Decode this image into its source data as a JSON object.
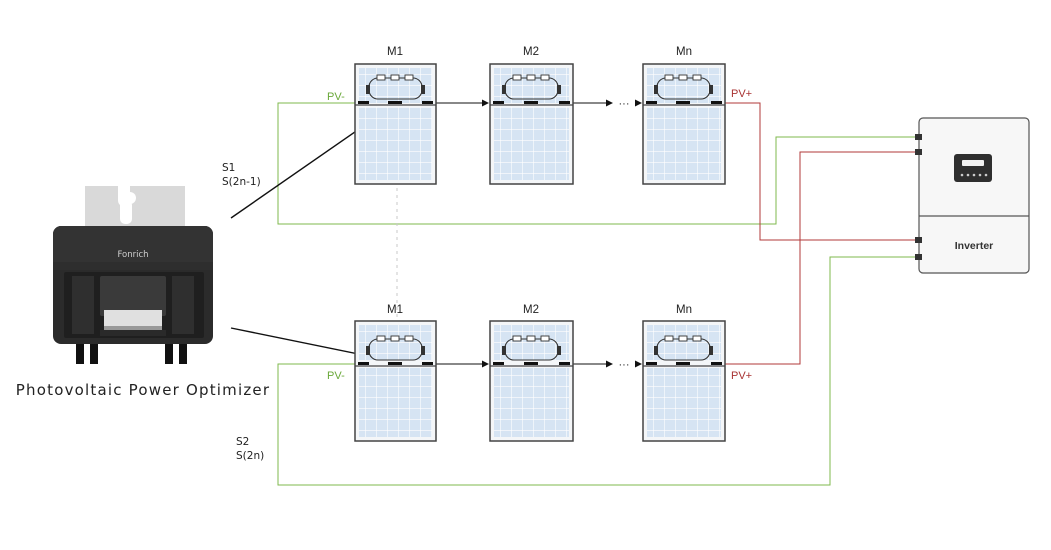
{
  "optimizer": {
    "brand": "Fonrich",
    "caption": "Photovoltaic Power Optimizer"
  },
  "strings": [
    {
      "label_line1": "S1",
      "label_line2": "S(2n-1)",
      "modules": [
        "M1",
        "M2",
        "Mn"
      ],
      "pv_neg": "PV-",
      "pv_pos": "PV+"
    },
    {
      "label_line1": "S2",
      "label_line2": "S(2n)",
      "modules": [
        "M1",
        "M2",
        "Mn"
      ],
      "pv_neg": "PV-",
      "pv_pos": "PV+"
    }
  ],
  "ellipsis": "···",
  "inverter": {
    "label": "Inverter"
  },
  "colors": {
    "negative_wire": "#7fb94e",
    "positive_wire": "#b03a3a",
    "panel_fill": "#d6e4f3",
    "panel_grid": "#ffffff",
    "module_border": "#444444",
    "optimizer_body": "#2b2b2b"
  }
}
